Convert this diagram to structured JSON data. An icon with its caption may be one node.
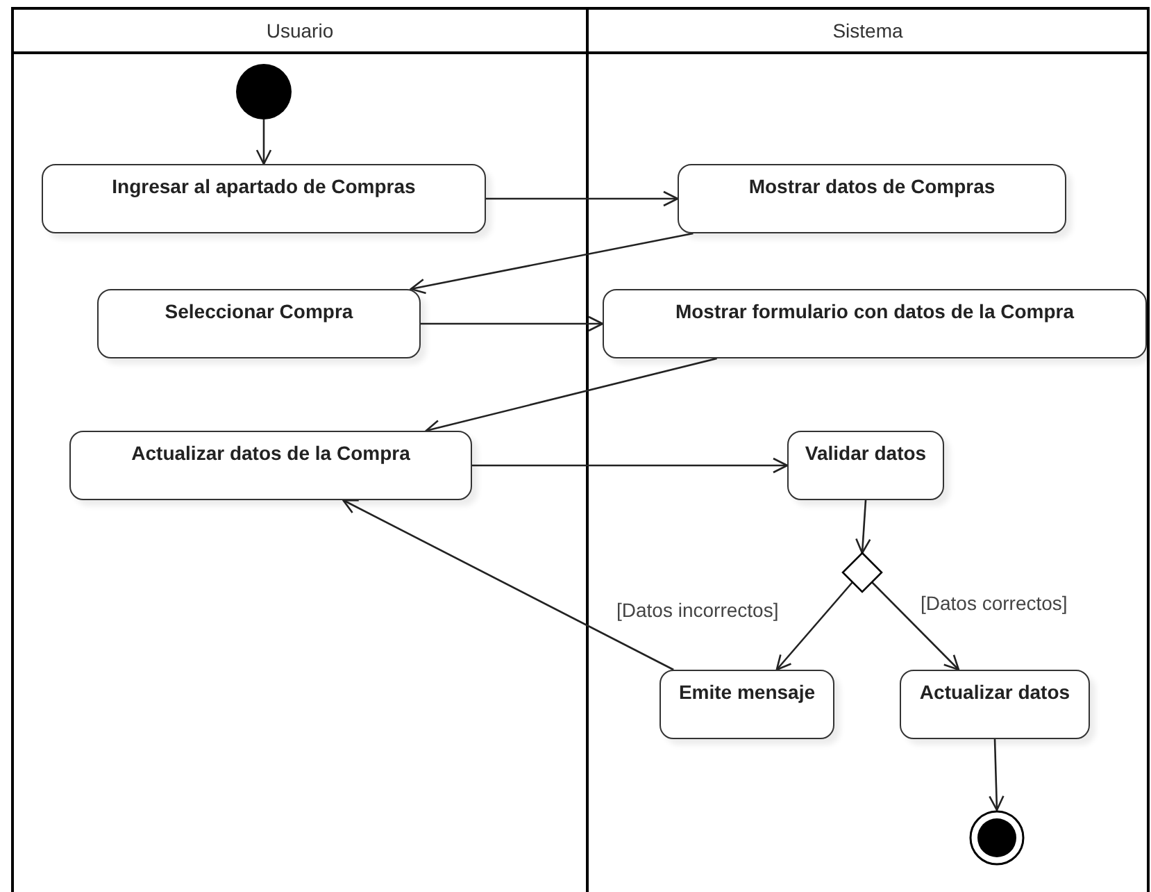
{
  "diagram": {
    "nodes": [
      {
        "text": [
          "Usuario"
        ]
      },
      {
        "text": [
          "Sistema"
        ]
      },
      {
        "text": [],
        "shape": "circle",
        "in": 0
      },
      {
        "text": [
          "Ingresar al apartado de Compras"
        ],
        "in": 0
      },
      {
        "text": [
          "Mostrar datos de Compras"
        ],
        "in": 1
      },
      {
        "text": [
          "Seleccionar Compra"
        ],
        "in": 0
      },
      {
        "text": [
          "Mostrar formulario con datos de la Compra"
        ],
        "in": 1
      },
      {
        "text": [
          "Actualizar datos de la Compra"
        ],
        "in": 0
      },
      {
        "text": [
          "Validar datos"
        ],
        "in": 1
      },
      {
        "text": [],
        "shape": "diamond",
        "in": 1
      },
      {
        "text": [
          "Emite mensaje"
        ],
        "in": 1
      },
      {
        "text": [
          "Actualizar datos"
        ],
        "in": 1
      },
      {
        "text": [],
        "shape": "circle",
        "in": 1
      }
    ],
    "edges": [
      {
        "from": 2,
        "to": 3,
        "arrow": "to"
      },
      {
        "from": 3,
        "to": 4,
        "arrow": "to"
      },
      {
        "from": 4,
        "to": 5,
        "arrow": "to"
      },
      {
        "from": 5,
        "to": 6,
        "arrow": "to"
      },
      {
        "from": 6,
        "to": 7,
        "arrow": "to"
      },
      {
        "from": 7,
        "to": 8,
        "arrow": "to"
      },
      {
        "from": 8,
        "to": 9,
        "arrow": "to"
      },
      {
        "from": 9,
        "to": 10,
        "arrow": "to",
        "label": "[Datos incorrectos]"
      },
      {
        "from": 9,
        "to": 11,
        "arrow": "to",
        "label": "[Datos correctos]"
      },
      {
        "from": 10,
        "to": 7,
        "arrow": "to"
      },
      {
        "from": 11,
        "to": 12,
        "arrow": "to"
      }
    ]
  }
}
